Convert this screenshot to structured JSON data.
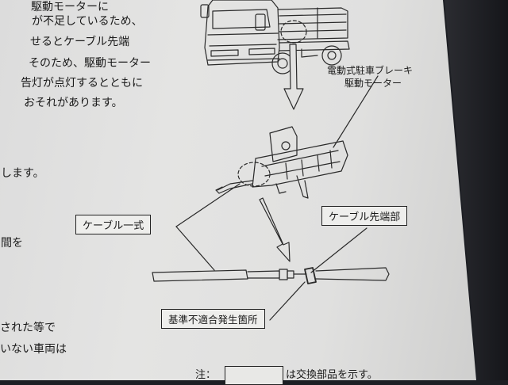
{
  "left_text": {
    "lines": [
      "駆動モーターに",
      "が不足しているため、",
      "せるとケーブル先端",
      "そのため、駆動モーター",
      "告灯が点灯するとともに",
      "おそれがあります。"
    ],
    "line_shimasu": "します。",
    "line_kan_wo": "間を",
    "line_kansareta": "された等で",
    "line_inai": "いない車両は"
  },
  "labels": {
    "motor_line1": "電動式駐車ブレーキ",
    "motor_line2": "駆動モーター",
    "cable_assembly": "ケーブル一式",
    "cable_tip": "ケーブル先端部",
    "defect_location": "基準不適合発生箇所"
  },
  "footnote": {
    "prefix": "注：",
    "suffix": "は交換部品を示す。"
  },
  "colors": {
    "paper": "#e0e0df",
    "ink": "#1a1a1a",
    "background": "#1d1f24"
  }
}
